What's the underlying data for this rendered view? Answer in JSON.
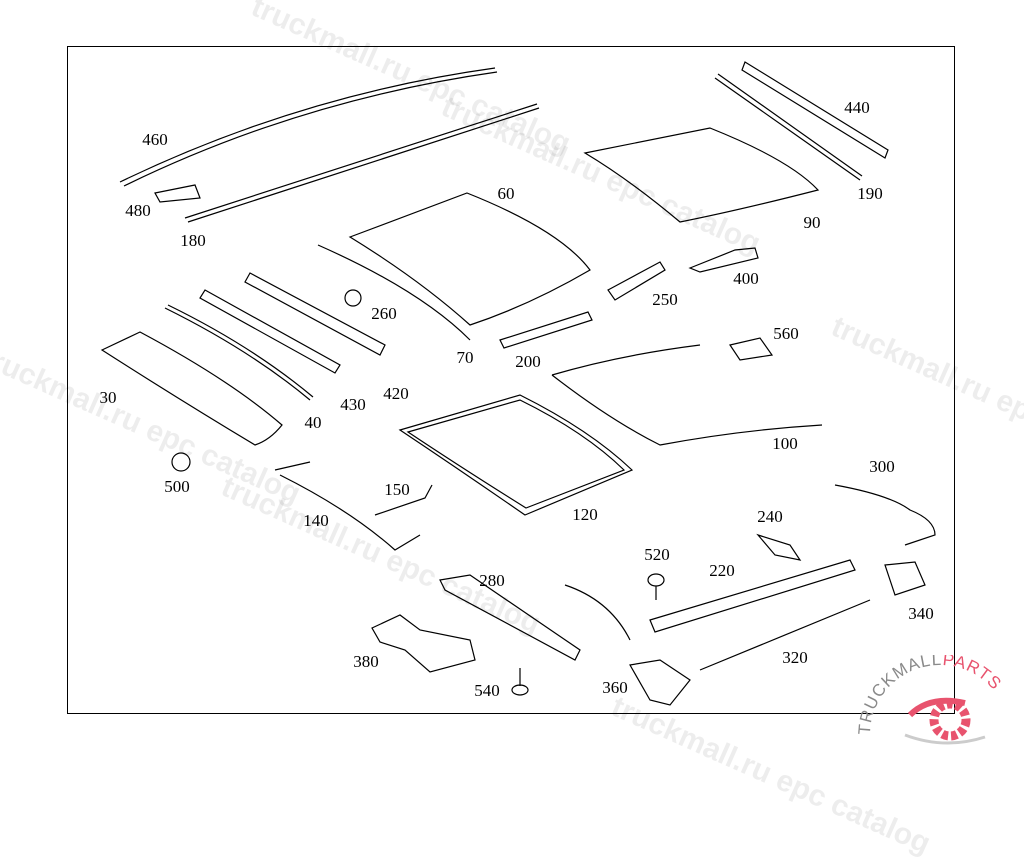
{
  "diagram": {
    "watermark_text": "truckmall.ru epc catalog",
    "logo": {
      "text_left": "TRUCKMALL",
      "text_right": "PARTS",
      "colors": {
        "gray": "#8a8a8a",
        "pink": "#e8536e"
      }
    },
    "callouts": {
      "p460": "460",
      "p480": "480",
      "p180": "180",
      "p60": "60",
      "p440": "440",
      "p190": "190",
      "p90": "90",
      "p400": "400",
      "p250": "250",
      "p260": "260",
      "p70": "70",
      "p200": "200",
      "p560": "560",
      "p30": "30",
      "p40": "40",
      "p430": "430",
      "p420": "420",
      "p100": "100",
      "p500": "500",
      "p150": "150",
      "p140": "140",
      "p120": "120",
      "p300": "300",
      "p240": "240",
      "p520": "520",
      "p220": "220",
      "p280": "280",
      "p340": "340",
      "p320": "320",
      "p380": "380",
      "p540": "540",
      "p360": "360"
    }
  }
}
